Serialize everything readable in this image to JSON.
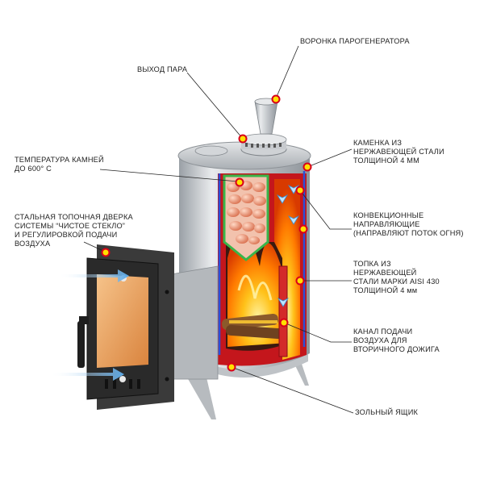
{
  "colors": {
    "leader": "#222222",
    "dot_outer": "#d8001a",
    "dot_inner": "#ffe000",
    "steel": "#c9ccd0",
    "fire": "#ff7a00",
    "red_body": "#c4161c",
    "green_frame": "#39b54a",
    "blue_deflector": "#2b4fd8",
    "stones": "#e8957a",
    "door": "#2a2a2a",
    "glass": "#f0a866"
  },
  "labels": {
    "funnel": {
      "lines": [
        "ВОРОНКА ПАРОГЕНЕРАТОРА"
      ]
    },
    "steam": {
      "lines": [
        "ВЫХОД ПАРА"
      ]
    },
    "stones_temp": {
      "lines": [
        "ТЕМПЕРАТУРА КАМНЕЙ",
        "ДО 600° С"
      ]
    },
    "door": {
      "lines": [
        "СТАЛЬНАЯ ТОПОЧНАЯ ДВЕРКА",
        "СИСТЕМЫ “ЧИСТОЕ СТЕКЛО”",
        "И РЕГУЛИРОВКОЙ ПОДАЧИ",
        "ВОЗДУХА"
      ]
    },
    "kamenka": {
      "lines": [
        "КАМЕНКА ИЗ",
        "НЕРЖАВЕЮЩЕЙ СТАЛИ",
        "ТОЛЩИНОЙ 4 ММ"
      ]
    },
    "convection": {
      "lines": [
        "КОНВЕКЦИОННЫЕ",
        "НАПРАВЛЯЮЩИЕ",
        "(НАПРАВЛЯЮТ ПОТОК ОГНЯ)"
      ]
    },
    "firebox": {
      "lines": [
        "ТОПКА ИЗ",
        "НЕРЖАВЕЮЩЕЙ",
        "СТАЛИ МАРКИ AISI 430",
        "ТОЛЩИНОЙ 4 мм"
      ]
    },
    "air_channel": {
      "lines": [
        "КАНАЛ ПОДАЧИ",
        "ВОЗДУХА ДЛЯ",
        "ВТОРИЧНОГО ДОЖИГА"
      ]
    },
    "ash": {
      "lines": [
        "ЗОЛЬНЫЙ ЯЩИК"
      ]
    }
  }
}
